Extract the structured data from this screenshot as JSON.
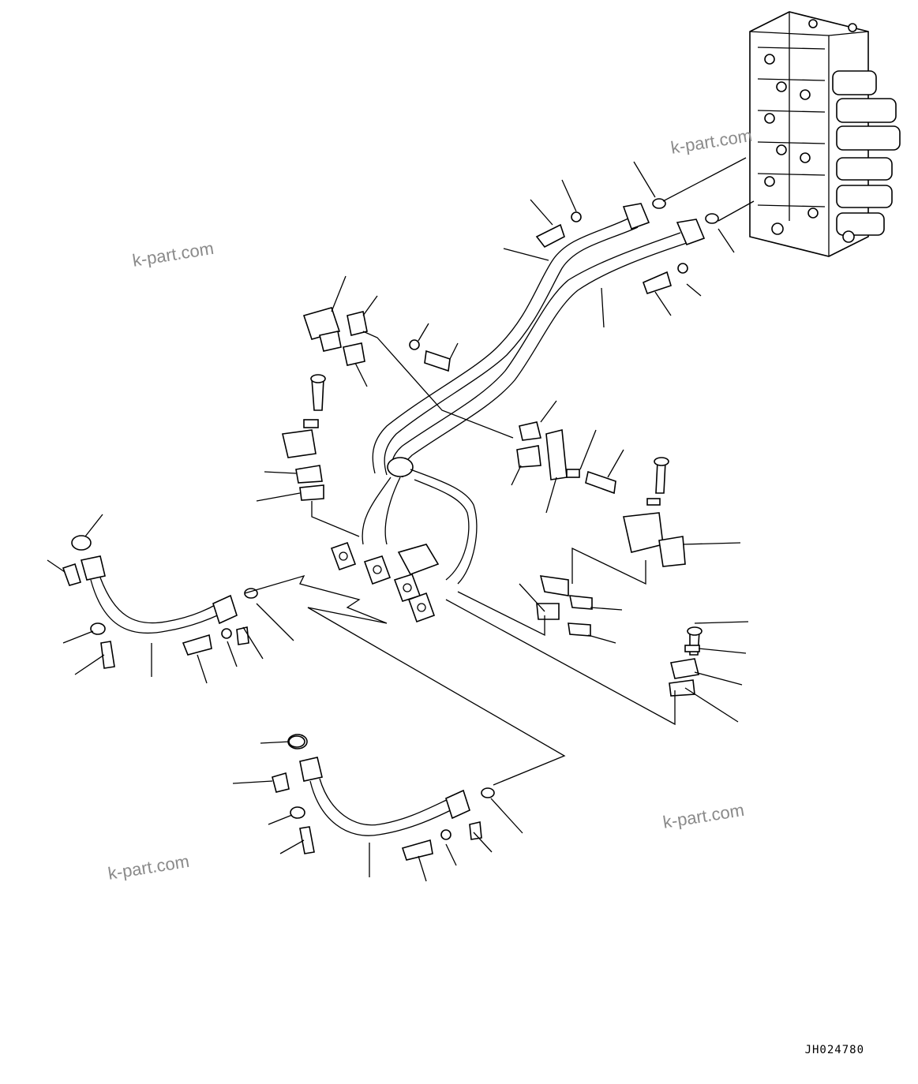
{
  "watermarks": [
    {
      "text": "k-part.com"
    },
    {
      "text": "k-part.com"
    },
    {
      "text": "k-part.com"
    },
    {
      "text": "k-part.com"
    }
  ],
  "drawing_code": "JH024780"
}
